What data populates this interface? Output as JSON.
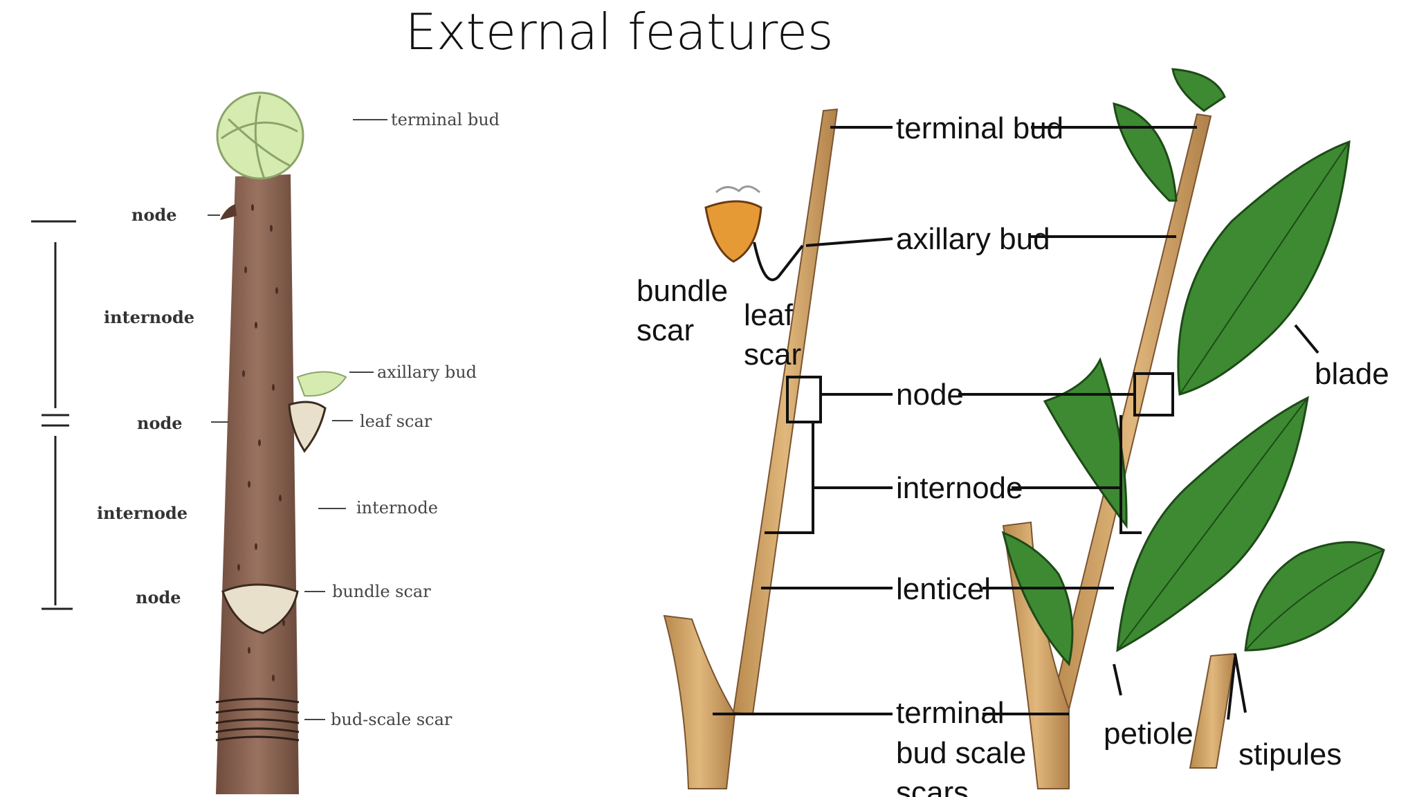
{
  "title": "External features",
  "left_diagram": {
    "labels": {
      "terminal_bud": "terminal bud",
      "node_1": "node",
      "internode_1": "internode",
      "axillary_bud": "axillary bud",
      "node_2": "node",
      "leaf_scar": "leaf scar",
      "internode_2": "internode",
      "internode_3": "internode",
      "node_3": "node",
      "bundle_scar": "bundle scar",
      "bud_scale_scar": "bud-scale scar"
    }
  },
  "right_diagram": {
    "labels": {
      "terminal_bud": "terminal bud",
      "axillary_bud": "axillary bud",
      "bundle": "bundle",
      "bundle_scar_line2": "scar",
      "leaf": "leaf",
      "leaf_scar_line2": "scar",
      "node": "node",
      "internode": "internode",
      "lenticel": "lenticel",
      "tbss_line1": "terminal",
      "tbss_line2": "bud scale",
      "tbss_line3": "scars",
      "blade": "blade",
      "petiole": "petiole",
      "stipules": "stipules"
    }
  },
  "colors": {
    "stem_brown": "#8b6452",
    "twig_tan": "#d2a668",
    "bud_green": "#d6ebb0",
    "leaf_green": "#3d8a32"
  }
}
